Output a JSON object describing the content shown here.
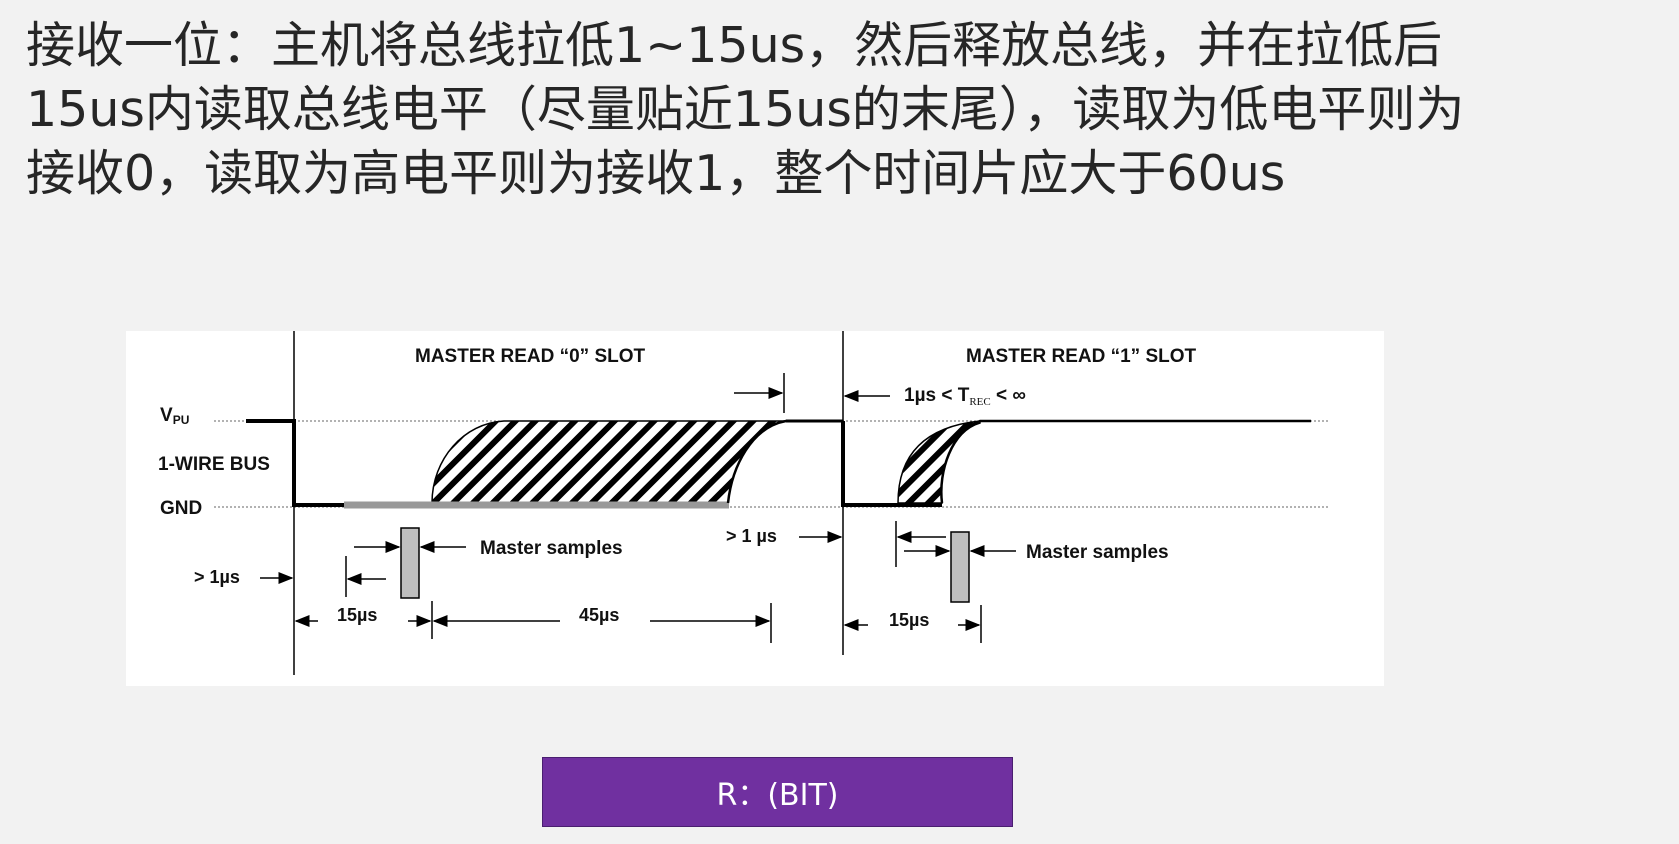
{
  "slide": {
    "heading": "接收一位：主机将总线拉低1~15us，然后释放总线，并在拉低后\n15us内读取总线电平（尽量贴近15us的末尾），读取为低电平则为\n接收0，读取为高电平则为接收1，整个时间片应大于60us"
  },
  "diagram": {
    "slot0_title": "MASTER READ “0” SLOT",
    "slot1_title": "MASTER READ “1” SLOT",
    "vpu_main": "V",
    "vpu_sub": "PU",
    "bus_label": "1-WIRE BUS",
    "gnd_label": "GND",
    "gt1us_left": "> 1µs",
    "trec_prefix": "1µs < T",
    "trec_sub": "REC",
    "trec_suffix": " < ∞",
    "gt1us_mid": "> 1 µs",
    "master_samples_0": "Master samples",
    "master_samples_1": "Master samples",
    "t15us_0": "15µs",
    "t45us": "45µs",
    "t15us_1": "15µs"
  },
  "footer": {
    "button_label": "R：(BIT)"
  },
  "colors": {
    "accent": "#7030a0",
    "bus_line": "#000000",
    "sample_box": "#bfbfbf"
  }
}
